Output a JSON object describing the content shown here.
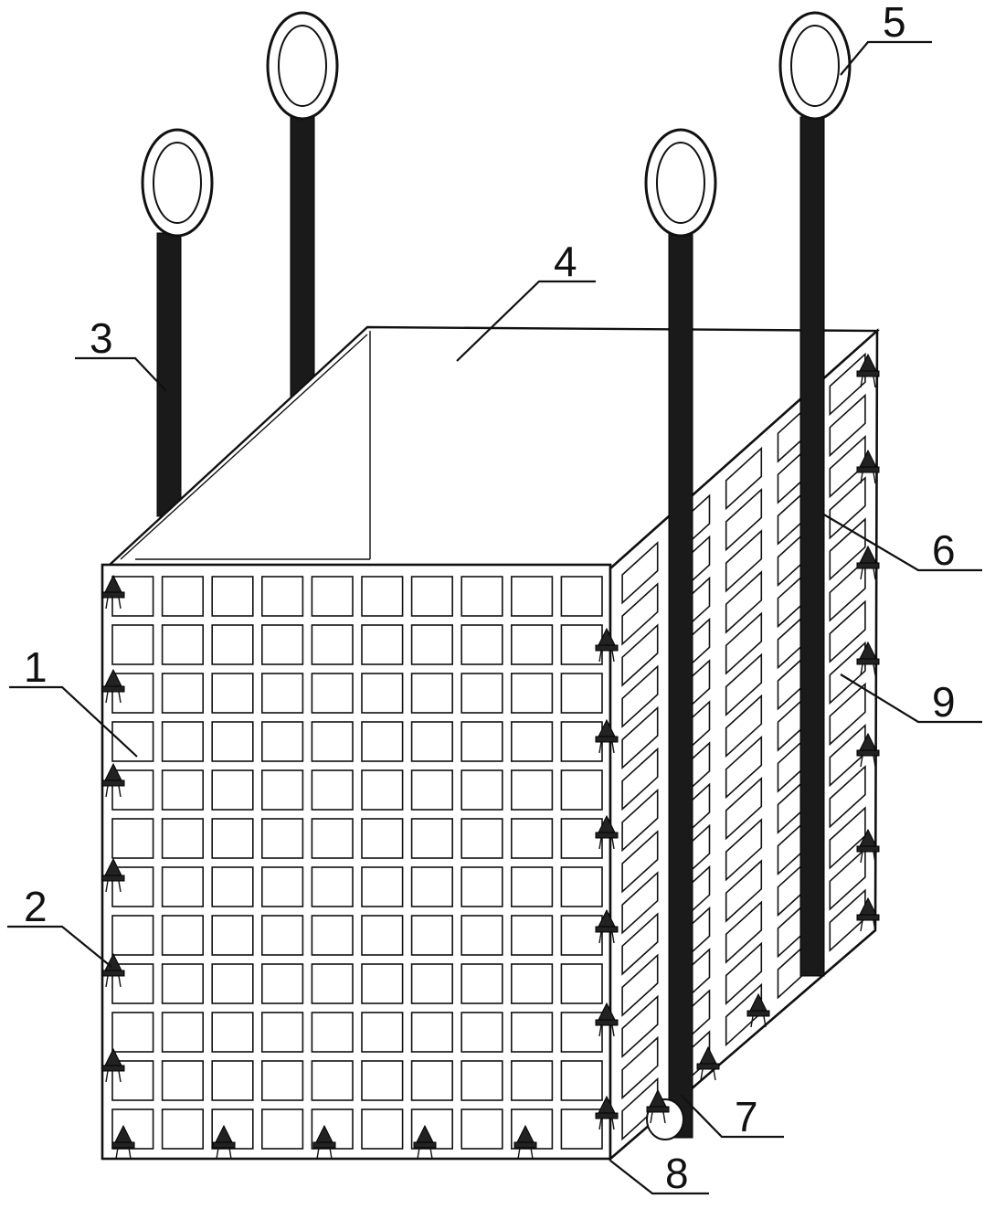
{
  "labels": {
    "l1": "1",
    "l2": "2",
    "l3": "3",
    "l4": "4",
    "l5": "5",
    "l6": "6",
    "l7": "7",
    "l8": "8",
    "l9": "9"
  },
  "colors": {
    "line": "#111111",
    "strap": "#1a1a1a",
    "background": "#ffffff"
  }
}
